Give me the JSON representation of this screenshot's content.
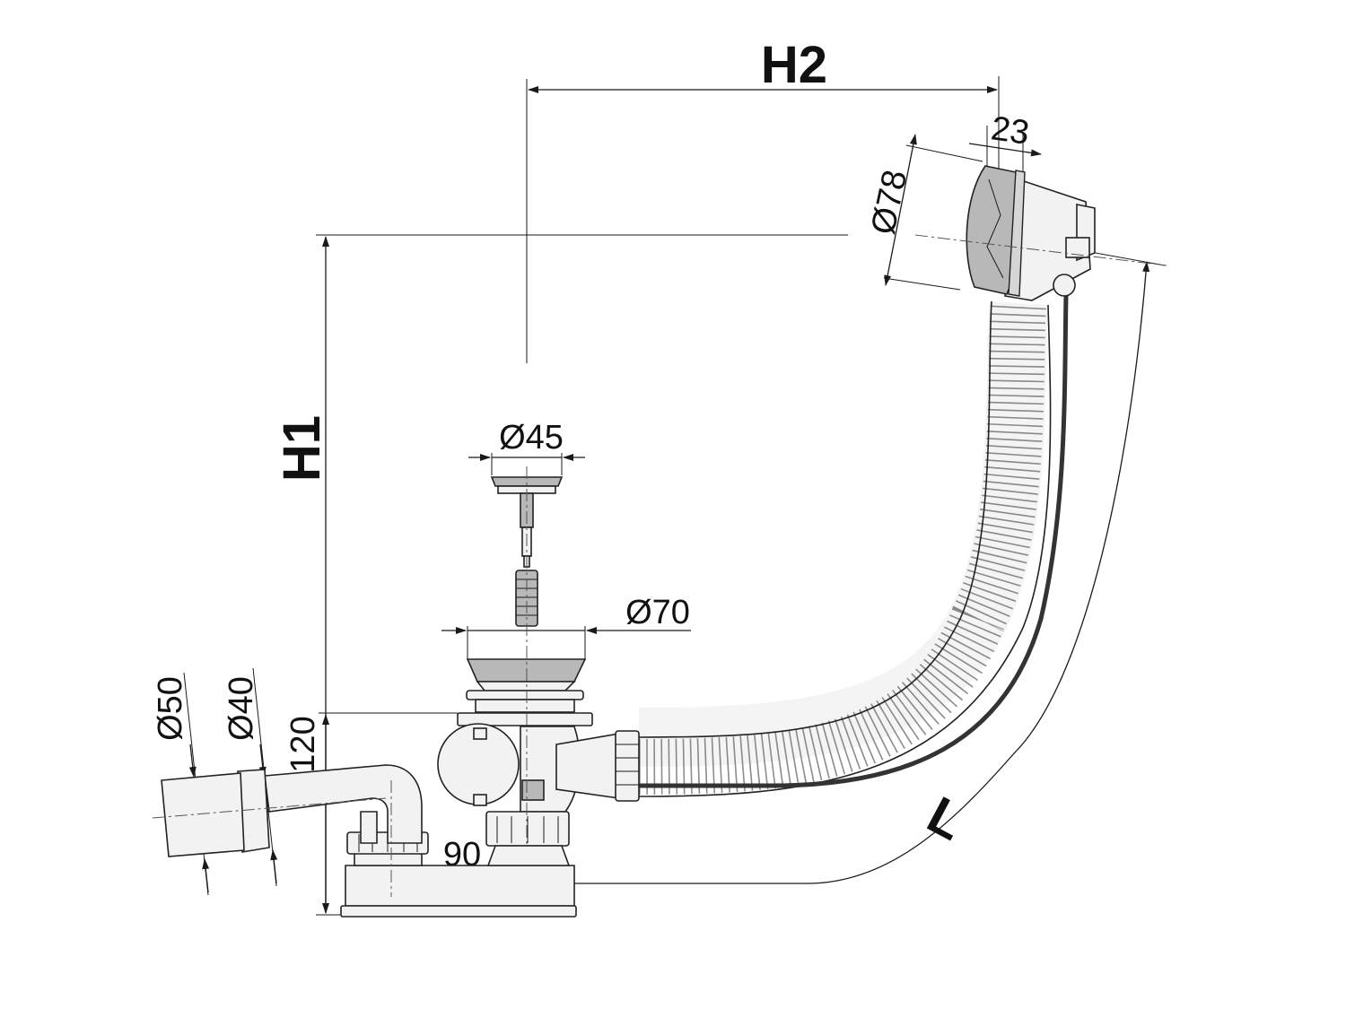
{
  "labels": {
    "h2": "H2",
    "h1": "H1",
    "l": "L",
    "d78": "Ø78",
    "d23": "23",
    "d45": "Ø45",
    "d70": "Ø70",
    "d50": "Ø50",
    "d40": "Ø40",
    "d120": "120",
    "d90": "90"
  }
}
